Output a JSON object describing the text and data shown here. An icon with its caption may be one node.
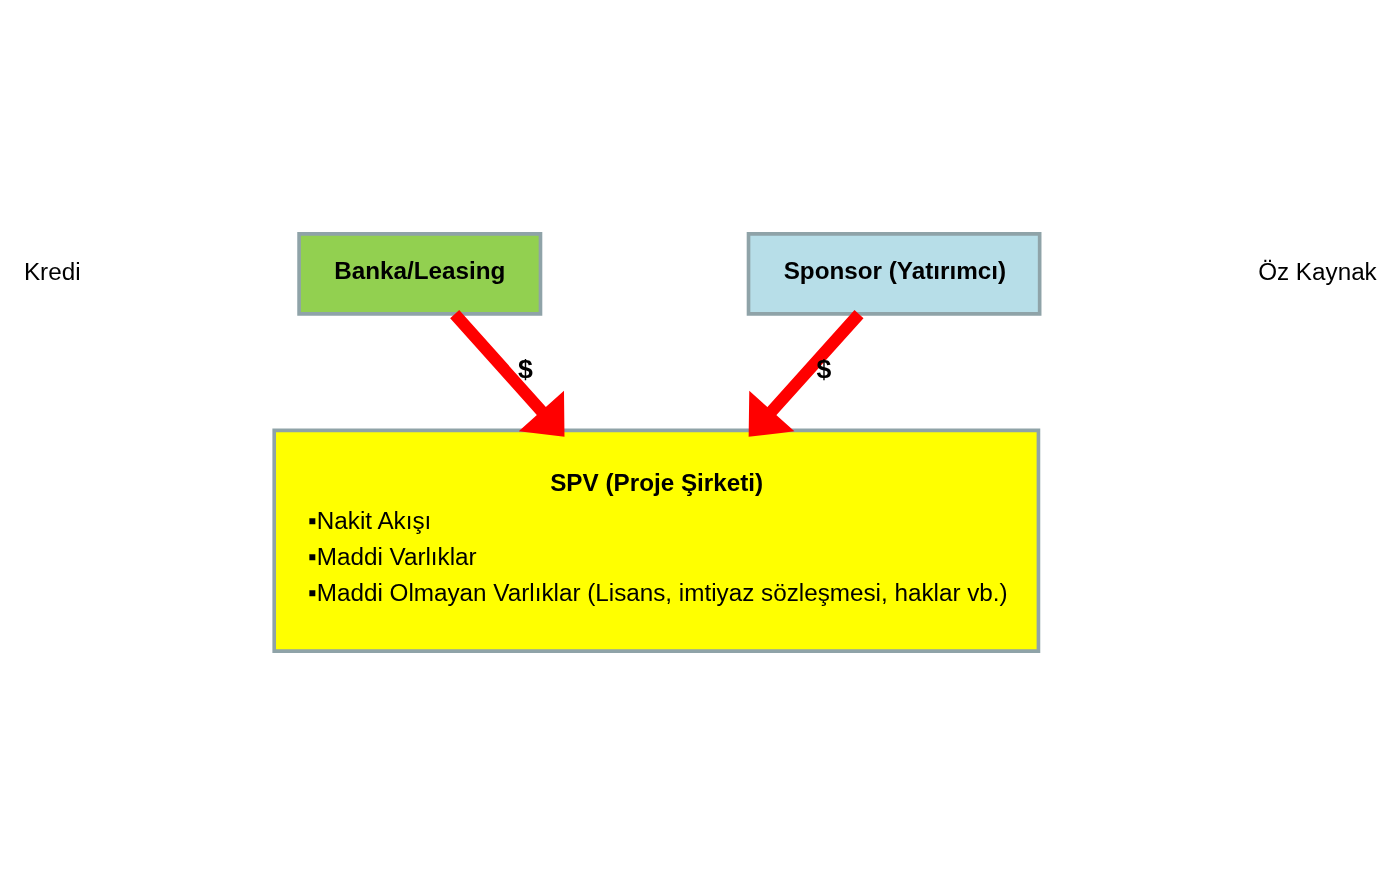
{
  "diagram": {
    "nodes": [
      {
        "text": [
          "Banka/Leasing"
        ]
      },
      {
        "text": [
          "Sponsor (Yatırımcı)"
        ]
      },
      {
        "text": [
          "SPV (Proje Şirketi)",
          "▪Nakit Akışı",
          "▪Maddi Varlıklar",
          "▪Maddi Olmayan Varlıklar (Lisans, imtiyaz sözleşmesi, haklar vb.)"
        ]
      }
    ],
    "edges": [
      {
        "from": 0,
        "to": 2,
        "arrow": "to",
        "label": "$"
      },
      {
        "from": 1,
        "to": 2,
        "arrow": "to",
        "label": "$"
      }
    ],
    "labels": [
      "Kredi",
      "Öz Kaynak"
    ]
  }
}
